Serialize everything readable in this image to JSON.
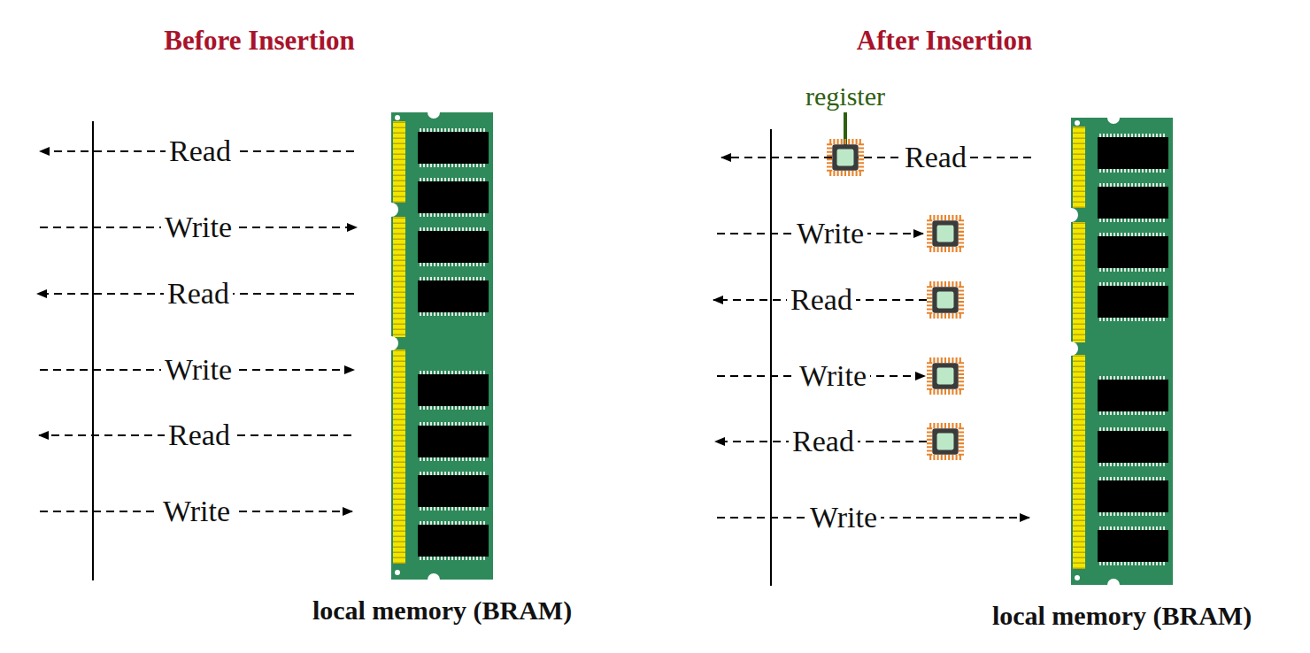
{
  "diagram": {
    "nodes": [
      {
        "text": [
          "local memory (BRAM)"
        ]
      },
      {
        "text": [
          "local memory (BRAM)"
        ]
      }
    ],
    "labels": [
      "Before Insertion",
      "After Insertion",
      "Read",
      "Write",
      "Read",
      "Write",
      "Read",
      "Write",
      "register",
      "Read",
      "Write",
      "Read",
      "Write",
      "Read",
      "Write"
    ]
  }
}
